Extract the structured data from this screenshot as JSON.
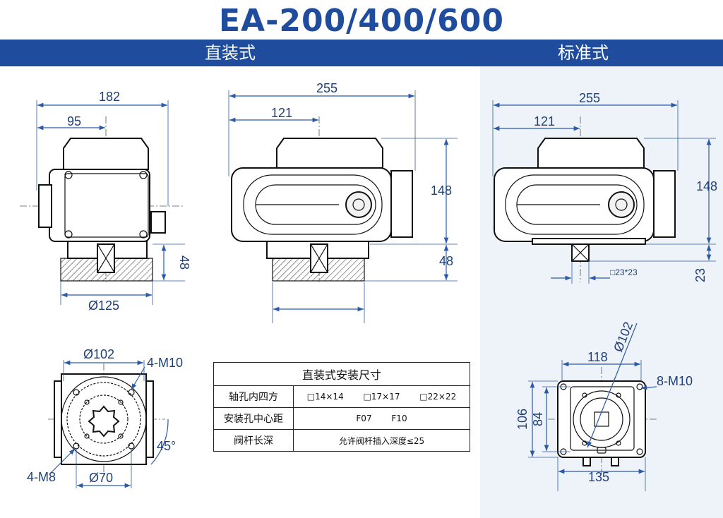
{
  "title": "EA-200/400/600",
  "sections": {
    "direct": "直装式",
    "standard": "标准式"
  },
  "dims": {
    "d182": "182",
    "d95": "95",
    "d125": "Ø125",
    "d48a": "48",
    "d255a": "255",
    "d121a": "121",
    "d148a": "148",
    "d48b": "48",
    "d255b": "255",
    "d121b": "121",
    "d148b": "148",
    "d23": "23",
    "sq23": "□23*23",
    "d102a": "Ø102",
    "m10a": "4-M10",
    "m8": "4-M8",
    "d70": "Ø70",
    "ang45": "45°",
    "d118": "118",
    "d102b": "Ø102",
    "m10b": "8-M10",
    "d106": "106",
    "d84": "84",
    "d135": "135"
  },
  "table": {
    "header": "直装式安装尺寸",
    "rows": [
      {
        "label": "轴孔内四方",
        "values": [
          "□14×14",
          "□17×17",
          "□22×22"
        ]
      },
      {
        "label": "安装孔中心距",
        "values": [
          "F07",
          "F10"
        ]
      },
      {
        "label": "阀杆长深",
        "values": [
          "允许阀杆插入深度≤25"
        ]
      }
    ]
  }
}
